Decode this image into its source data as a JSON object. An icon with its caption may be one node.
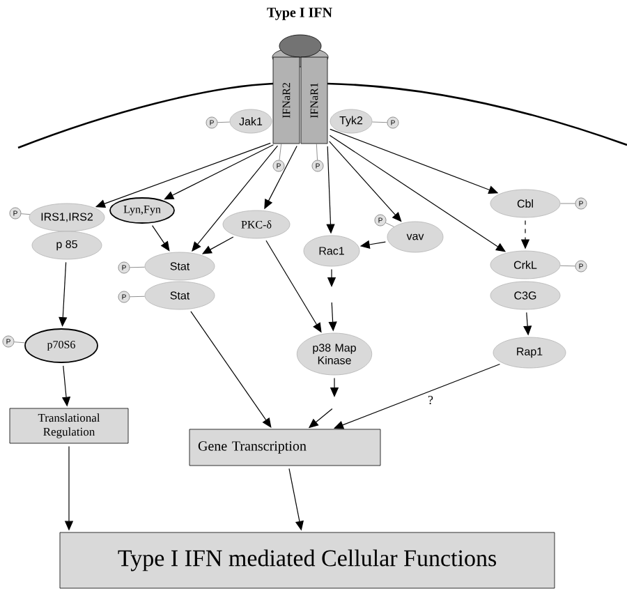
{
  "diagram": {
    "title": "Type I IFN",
    "nodes": [
      {
        "text": [
          "IFNaR2"
        ]
      },
      {
        "text": [
          "IFNaR1"
        ]
      },
      {
        "text": [
          "P"
        ]
      },
      {
        "text": [
          "Jak1"
        ]
      },
      {
        "text": [
          "Tyk2"
        ]
      },
      {
        "text": [
          "P"
        ]
      },
      {
        "text": [
          "P"
        ]
      },
      {
        "text": [
          "P"
        ]
      },
      {
        "text": [
          "P"
        ]
      },
      {
        "text": [
          "IRS1,IRS2"
        ]
      },
      {
        "text": [
          "p 85"
        ]
      },
      {
        "text": [
          "Lyn,Fyn"
        ]
      },
      {
        "text": [
          "PKC-δ"
        ]
      },
      {
        "text": [
          "Rac1"
        ]
      },
      {
        "text": [
          "vav"
        ]
      },
      {
        "text": [
          "P"
        ]
      },
      {
        "text": [
          "Cbl"
        ]
      },
      {
        "text": [
          "P"
        ]
      },
      {
        "text": [
          "P"
        ]
      },
      {
        "text": [
          "Stat"
        ]
      },
      {
        "text": [
          "P"
        ]
      },
      {
        "text": [
          "Stat"
        ]
      },
      {
        "text": [
          "CrkL"
        ]
      },
      {
        "text": [
          "P"
        ]
      },
      {
        "text": [
          "C3G"
        ]
      },
      {
        "text": [
          "P"
        ]
      },
      {
        "text": [
          "p70S6"
        ]
      },
      {
        "text": [
          "p38 Map Kinase"
        ]
      },
      {
        "text": [
          "Rap1"
        ]
      },
      {
        "text": [
          "Translational Regulation"
        ]
      },
      {
        "text": [
          "Gene Transcription"
        ]
      },
      {
        "text": [
          "Type I IFN mediated Cellular Functions"
        ]
      }
    ],
    "edges": [
      {
        "from": 2,
        "to": 3,
        "arrow": "none",
        "color": "#737373"
      },
      {
        "from": 4,
        "to": 5,
        "arrow": "none",
        "color": "#737373"
      },
      {
        "from": 0,
        "to": 6,
        "arrow": "none",
        "color": "#737373"
      },
      {
        "from": 1,
        "to": 7,
        "arrow": "none",
        "color": "#737373"
      },
      {
        "from": 8,
        "to": 9,
        "arrow": "none",
        "color": "#737373"
      },
      {
        "from": 0,
        "to": 9,
        "arrow": "to"
      },
      {
        "from": 0,
        "to": 11,
        "arrow": "to"
      },
      {
        "from": 0,
        "to": 19,
        "arrow": "to"
      },
      {
        "from": 0,
        "to": 12,
        "arrow": "to"
      },
      {
        "from": 1,
        "to": 13,
        "arrow": "to"
      },
      {
        "from": 1,
        "to": 14,
        "arrow": "to"
      },
      {
        "from": 1,
        "to": 22,
        "arrow": "to"
      },
      {
        "from": 1,
        "to": 16,
        "arrow": "to"
      },
      {
        "from": 11,
        "to": 19,
        "arrow": "to"
      },
      {
        "from": 12,
        "to": 19,
        "arrow": "to"
      },
      {
        "from": 12,
        "to": 27,
        "arrow": "to"
      },
      {
        "from": 15,
        "to": 14,
        "arrow": "none",
        "color": "#737373"
      },
      {
        "from": 14,
        "to": 13,
        "arrow": "to"
      },
      {
        "from": 16,
        "to": 17,
        "arrow": "none",
        "color": "#737373"
      },
      {
        "from": 16,
        "to": 22,
        "arrow": "to",
        "style": "dashed"
      },
      {
        "from": 22,
        "to": 23,
        "arrow": "none",
        "color": "#737373"
      },
      {
        "from": 18,
        "to": 19,
        "arrow": "none",
        "color": "#737373"
      },
      {
        "from": 20,
        "to": 21,
        "arrow": "none",
        "color": "#737373"
      },
      {
        "from": 24,
        "to": 28,
        "arrow": "to"
      },
      {
        "from": 10,
        "to": 26,
        "arrow": "to"
      },
      {
        "from": 25,
        "to": 26,
        "arrow": "none",
        "color": "#737373"
      },
      {
        "from": 13,
        "to": null,
        "arrow": "to"
      },
      {
        "from": null,
        "to": 27,
        "arrow": "to"
      },
      {
        "from": 26,
        "to": 29,
        "arrow": "to"
      },
      {
        "from": 21,
        "to": 30,
        "arrow": "to"
      },
      {
        "from": 27,
        "to": null,
        "arrow": "to"
      },
      {
        "from": null,
        "to": 30,
        "arrow": "to"
      },
      {
        "from": 28,
        "to": 30,
        "label": "?",
        "arrow": "to"
      },
      {
        "from": 29,
        "to": 31,
        "arrow": "to"
      },
      {
        "from": 30,
        "to": 31,
        "arrow": "to"
      }
    ]
  }
}
